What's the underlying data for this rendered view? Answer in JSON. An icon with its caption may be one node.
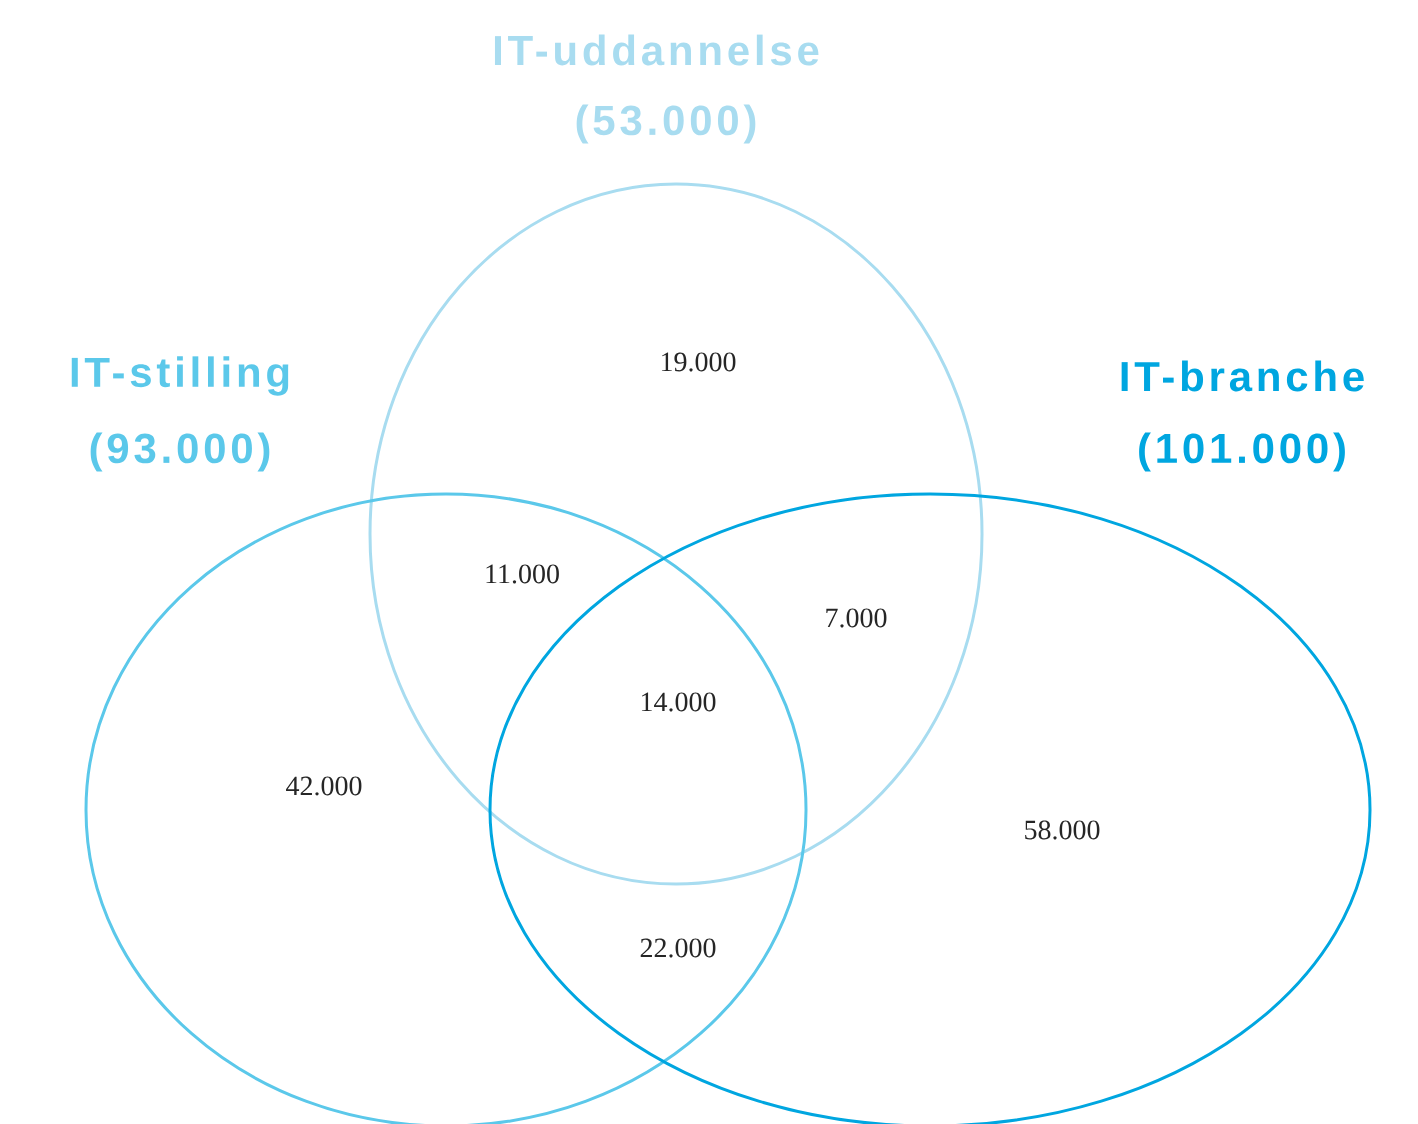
{
  "diagram": {
    "nodes": [
      {
        "text": [
          "IT-uddannelse",
          "(53.000)"
        ]
      },
      {
        "text": [
          "IT-stilling",
          "(93.000)"
        ]
      },
      {
        "text": [
          "IT-branche",
          "(101.000)"
        ]
      }
    ],
    "labels": [
      "19.000",
      "11.000",
      "7.000",
      "14.000",
      "42.000",
      "58.000",
      "22.000"
    ]
  }
}
